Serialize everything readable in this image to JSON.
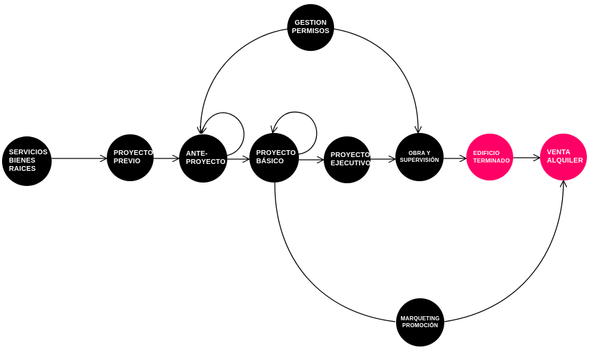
{
  "colors": {
    "node_default": "#000000",
    "node_highlight": "#ff0066",
    "edge": "#000000",
    "label": "#ffffff"
  },
  "nodes": {
    "servicios": {
      "label": "SERVICIOS\nBIENES\nRAICES",
      "color": "#000000"
    },
    "previo": {
      "label": "PROYECTO\nPREVIO",
      "color": "#000000"
    },
    "ante": {
      "label": "ANTE-\nPROYECTO",
      "color": "#000000"
    },
    "basico": {
      "label": "PROYECTO\nBÁSICO",
      "color": "#000000"
    },
    "ejecutivo": {
      "label": "PROYECTO\nEJECUTIVO",
      "color": "#000000"
    },
    "obra": {
      "label": "OBRA Y\nSUPERVISIÓN",
      "color": "#000000"
    },
    "edificio": {
      "label": "EDIFICIO\nTERMINADO",
      "color": "#ff0066"
    },
    "venta": {
      "label": "VENTA\nALQUILER",
      "color": "#ff0066"
    },
    "gestion": {
      "label": "GESTION\nPERMISOS",
      "color": "#000000"
    },
    "marketing": {
      "label": "MARQUETING\nPROMOCIÓN",
      "color": "#000000"
    }
  },
  "edges": [
    {
      "from": "servicios",
      "to": "previo"
    },
    {
      "from": "previo",
      "to": "ante"
    },
    {
      "from": "ante",
      "to": "basico"
    },
    {
      "from": "basico",
      "to": "ejecutivo"
    },
    {
      "from": "ejecutivo",
      "to": "obra"
    },
    {
      "from": "obra",
      "to": "edificio"
    },
    {
      "from": "edificio",
      "to": "venta"
    },
    {
      "from": "ante",
      "to": "ante",
      "kind": "self-loop"
    },
    {
      "from": "basico",
      "to": "basico",
      "kind": "self-loop"
    },
    {
      "from": "gestion",
      "to": "ante"
    },
    {
      "from": "gestion",
      "to": "obra"
    },
    {
      "from": "basico",
      "to": "marketing"
    },
    {
      "from": "marketing",
      "to": "venta"
    }
  ]
}
